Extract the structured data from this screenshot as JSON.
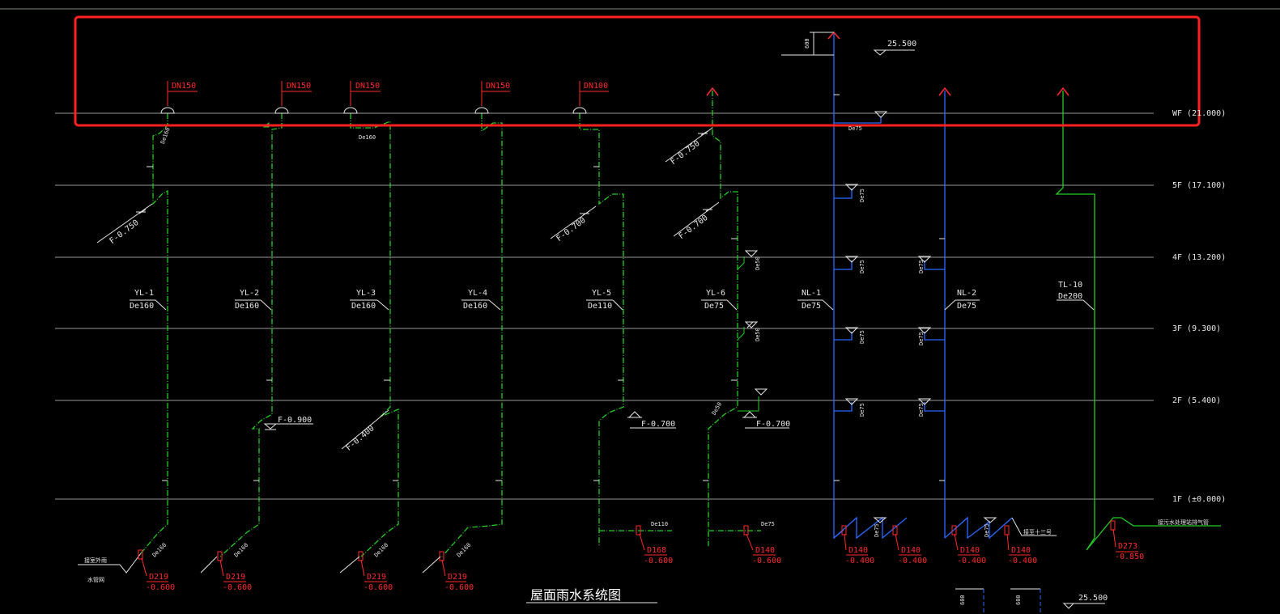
{
  "drawing": {
    "title": "屋面雨水系统图",
    "colors": {
      "background": "#000000",
      "floor_line": "#9a9a9a",
      "rain_pipe": "#22cc22",
      "condensate_pipe": "#2a6aff",
      "vent_pipe": "#22cc22",
      "annotation_red": "#ff2a2a",
      "highlight_box": "#ff2020"
    },
    "floors": [
      {
        "label": "WF (21.000)"
      },
      {
        "label": "5F (17.100)"
      },
      {
        "label": "4F (13.200)"
      },
      {
        "label": "3F (9.300)"
      },
      {
        "label": "2F (5.400)"
      },
      {
        "label": "1F (±0.000)"
      }
    ],
    "roof_top": {
      "elev": "25.500",
      "dim": "600"
    },
    "bottom_mark": {
      "elev": "25.500",
      "dims": [
        "600",
        "600"
      ]
    },
    "risers": [
      {
        "name": "YL-1",
        "size": "De160",
        "roof_drain": "DN150",
        "stub": "De160",
        "bend_elev": "F-0.750",
        "outlet_size": "De160",
        "outlet": "D219",
        "outlet_elev": "-0.600",
        "note_top": "接室外雨",
        "note_bottom": "水管网"
      },
      {
        "name": "YL-2",
        "size": "De160",
        "roof_drain": "DN150",
        "bend_elev": "F-0.900",
        "outlet_size": "De160",
        "outlet": "D219",
        "outlet_elev": "-0.600"
      },
      {
        "name": "YL-3",
        "size": "De160",
        "roof_drain": "DN150",
        "stub": "De160",
        "bend_elev": "F-0.400",
        "outlet_size": "De160",
        "outlet": "D219",
        "outlet_elev": "-0.600"
      },
      {
        "name": "YL-4",
        "size": "De160",
        "roof_drain": "DN150",
        "outlet_size": "De160",
        "outlet": "D219",
        "outlet_elev": "-0.600"
      },
      {
        "name": "YL-5",
        "size": "De110",
        "roof_drain": "DN100",
        "bend_elev": "F-0.700",
        "bend_elev2": "F-0.700",
        "outlet_size": "De110",
        "outlet": "D168",
        "outlet_elev": "-0.600"
      },
      {
        "name": "YL-6",
        "size": "De75",
        "bend_elev": "F-0.750",
        "bend_elev2": "F-0.700",
        "bend_elev3": "F-0.700",
        "branch": "De50",
        "outlet_size": "De75",
        "outlet": "D140",
        "outlet_elev": "-0.600"
      },
      {
        "name": "NL-1",
        "size": "De75",
        "branch": "De75",
        "outlet": "D140",
        "outlet_elev": "-0.400",
        "outlet2": "D140",
        "outlet2_elev": "-0.400"
      },
      {
        "name": "NL-2",
        "size": "De75",
        "branch": "De75",
        "outlet": "D140",
        "outlet_elev": "-0.400",
        "outlet2": "D140",
        "outlet2_elev": "-0.400",
        "note": "接至十三号"
      },
      {
        "name": "TL-10",
        "size": "De200",
        "outlet": "D273",
        "outlet_elev": "-0.850",
        "note": "接污水处理站排气管"
      }
    ]
  }
}
